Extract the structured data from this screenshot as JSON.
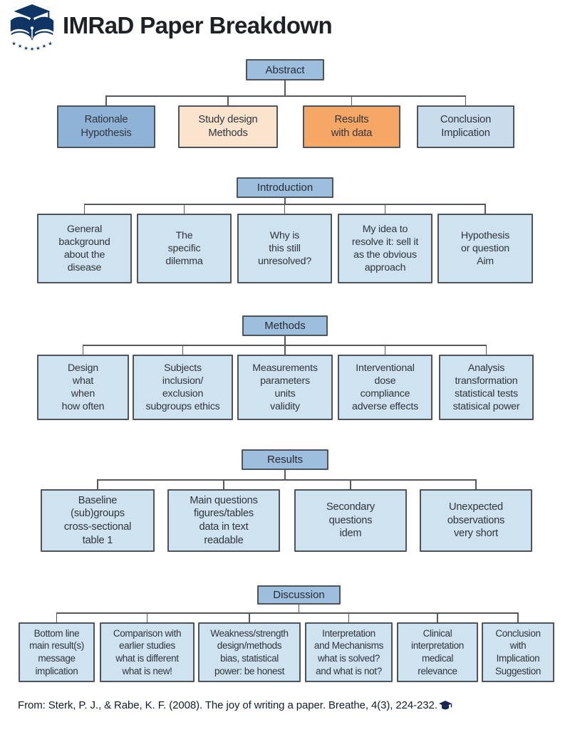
{
  "header": {
    "title": "IMRaD Paper Breakdown",
    "logo_icon": "graduation-cap-book-pen-stars-logo"
  },
  "colors": {
    "header_box": "#9dbedd",
    "child_box": "#cfe2f0",
    "accent_blue": "#8fb3d7",
    "accent_peach": "#fbe4ce",
    "accent_orange": "#f6a765",
    "accent_lightblue": "#c9dcec",
    "border": "#4e545c",
    "line": "#55585e",
    "navy": "#0e3563"
  },
  "sections": [
    {
      "title": "Abstract",
      "children": [
        {
          "text": "Rationale\nHypothesis",
          "color_style": "blue"
        },
        {
          "text": "Study design\nMethods",
          "color_style": "peach"
        },
        {
          "text": "Results\nwith data",
          "color_style": "orange"
        },
        {
          "text": "Conclusion\nImplication",
          "color_style": "lightblue"
        }
      ]
    },
    {
      "title": "Introduction",
      "children": [
        {
          "text": "General\nbackground\nabout the\ndisease"
        },
        {
          "text": "The\nspecific\ndilemma"
        },
        {
          "text": "Why is\nthis still\nunresolved?"
        },
        {
          "text": "My idea to\nresolve it: sell it\nas the obvious\napproach"
        },
        {
          "text": "Hypothesis\nor question\nAim"
        }
      ]
    },
    {
      "title": "Methods",
      "children": [
        {
          "text": "Design\nwhat\nwhen\nhow often"
        },
        {
          "text": "Subjects\ninclusion/\nexclusion\nsubgroups ethics"
        },
        {
          "text": "Measurements\nparameters\nunits\nvalidity"
        },
        {
          "text": "Interventional\ndose\ncompliance\nadverse effects"
        },
        {
          "text": "Analysis\ntransformation\nstatistical tests\nstatisical power"
        }
      ]
    },
    {
      "title": "Results",
      "children": [
        {
          "text": "Baseline\n(sub)groups\ncross-sectional\ntable 1"
        },
        {
          "text": "Main questions\nfigures/tables\ndata in text\nreadable"
        },
        {
          "text": "Secondary\nquestions\nidem"
        },
        {
          "text": "Unexpected\nobservations\nvery short"
        }
      ]
    },
    {
      "title": "Discussion",
      "children": [
        {
          "text": "Bottom line\nmain result(s)\nmessage\nimplication"
        },
        {
          "text": "Comparison with\nearlier studies\nwhat is different\nwhat is new!"
        },
        {
          "text": "Weakness/strength\ndesign/methods\nbias, statistical\npower: be honest"
        },
        {
          "text": "Interpretation\nand Mechanisms\nwhat is solved?\nand what is not?"
        },
        {
          "text": "Clinical\ninterpretation\nmedical\nrelevance"
        },
        {
          "text": "Conclusion\nwith\nImplication\nSuggestion"
        }
      ]
    }
  ],
  "footer": {
    "citation": "From: Sterk, P. J., & Rabe, K. F. (2008). The joy of writing a paper. Breathe, 4(3), 224-232.",
    "icon": "graduation-cap-icon"
  }
}
